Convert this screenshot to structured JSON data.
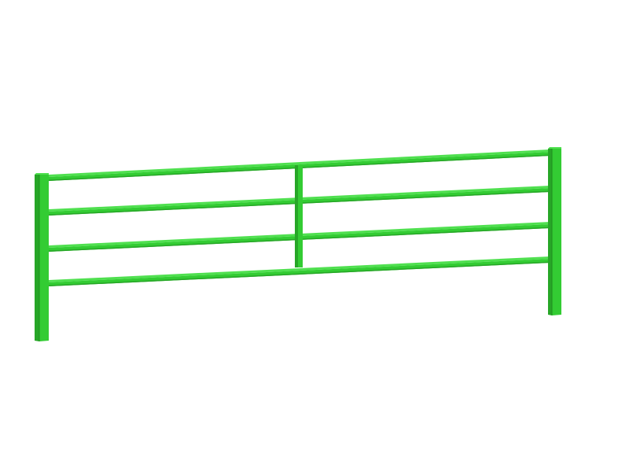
{
  "model": {
    "object": "railing-fence",
    "posts": 2,
    "center_divider": 1,
    "horizontal_rails": 4
  },
  "colors": {
    "background": "#ffffff",
    "face": "#33cc33",
    "shade": "#27a627",
    "highlight": "#4fe04f",
    "edge": "#1f8f1f"
  }
}
